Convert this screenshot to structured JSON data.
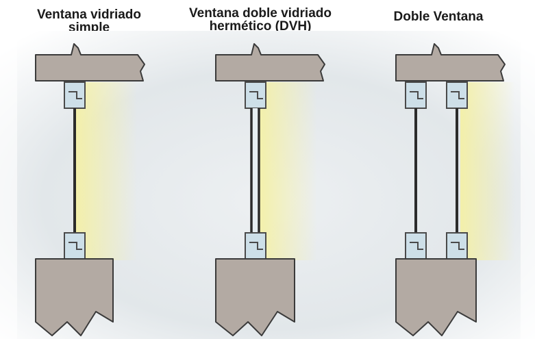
{
  "panels": [
    {
      "title_line1": "Ventana vidriado",
      "title_line2": "simple",
      "type": "single-glazing"
    },
    {
      "title_line1": "Ventana doble vidriado",
      "title_line2": "hermético (DVH)",
      "type": "double-glazing-sealed"
    },
    {
      "title_line1": "Doble Ventana",
      "title_line2": "",
      "type": "double-window"
    }
  ],
  "colors": {
    "background_fog": "#e3e7ea",
    "wall": "#b3aaa3",
    "wall_outline": "#3a3a3a",
    "frame": "#cddfe8",
    "light": "#f3f0a8"
  }
}
